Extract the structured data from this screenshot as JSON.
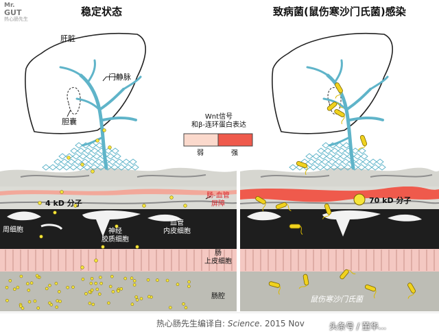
{
  "logo": {
    "line1": "Mr.",
    "line2": "GUT",
    "line3": "热心肠先生"
  },
  "panels": {
    "left_title": "稳定状态",
    "right_title": "致病菌(鼠伤寒沙门氏菌)感染"
  },
  "labels": {
    "liver": "肝脏",
    "portal_vein": "门静脉",
    "gallbladder": "胆囊",
    "small_molecule": "4 kD 分子",
    "large_molecule": "70 kD 分子",
    "pericyte": "周细胞",
    "glial_line1": "神经",
    "glial_line2": "胶质细胞",
    "endothelial_line1": "血管",
    "endothelial_line2": "内皮细胞",
    "salmonella": "鼠伤寒沙门氏菌"
  },
  "legend": {
    "title_line1": "Wnt信号",
    "title_line2": "和β-连环蛋白表达",
    "weak": "弱",
    "strong": "强",
    "weak_color": "#fbd9cc",
    "strong_color": "#ef5a4c"
  },
  "middle_labels": {
    "barrier_line1": "肠-血管",
    "barrier_line2": "屏障",
    "epi_line1": "肠",
    "epi_line2": "上皮细胞",
    "lumen": "肠腔"
  },
  "footer": {
    "prefix": "热心肠先生编译自: ",
    "journal": "Science",
    "rest": ". 2015 Nov",
    "watermark": "头条号 / 董华..."
  },
  "colors": {
    "vein": "#5fb4c9",
    "particle": "#f5e53a",
    "barrier_red": "#ef5a4c",
    "lumen_bg": "#bdbdb5",
    "epithelium": "#f4c8c2",
    "dark_layer": "#1e1e1e"
  }
}
